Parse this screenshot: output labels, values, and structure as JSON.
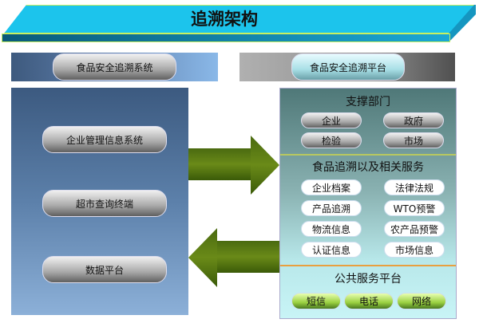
{
  "title": "追溯架构",
  "left": {
    "header": "食品安全追溯系统",
    "items": [
      "企业管理信息系统",
      "超市查询终端",
      "数据平台"
    ]
  },
  "right": {
    "header": "食品安全追溯平台",
    "support": {
      "title": "支撑部门",
      "items": [
        "企业",
        "政府",
        "检验",
        "市场"
      ]
    },
    "services": {
      "title": "食品追溯以及相关服务",
      "items": [
        "企业档案",
        "法律法规",
        "产品追溯",
        "WTO预警",
        "物流信息",
        "农产品预警",
        "认证信息",
        "市场信息"
      ]
    },
    "public": {
      "title": "公共服务平台",
      "items": [
        "短信",
        "电话",
        "网络"
      ]
    }
  },
  "colors": {
    "banner": "#1cc4ec",
    "arrow": "#5a7a12"
  }
}
